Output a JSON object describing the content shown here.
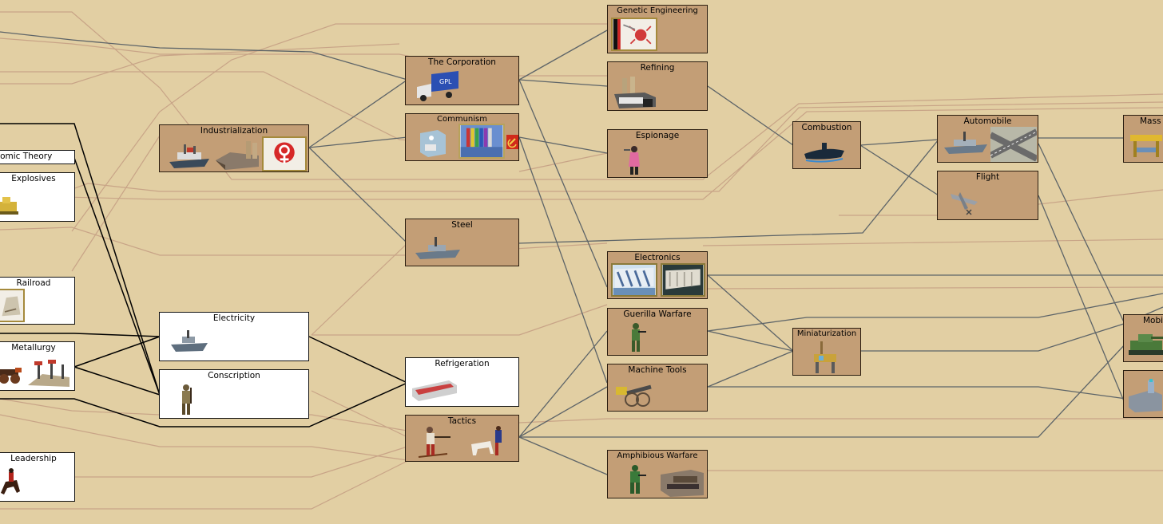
{
  "screen": {
    "title": "Technology Tree"
  },
  "colors": {
    "background": "#e2cfa3",
    "researchable": "#c39e76",
    "known": "#ffffff",
    "prereq_line": "#5d6468",
    "faint_line": "#c8a487",
    "known_line": "#000000"
  },
  "techs": {
    "atomic_theory": "Atomic Theory",
    "explosives": "Explosives",
    "railroad": "Railroad",
    "metallurgy": "Metallurgy",
    "leadership": "Leadership",
    "industrialization": "Industrialization",
    "electricity": "Electricity",
    "conscription": "Conscription",
    "the_corporation": "The Corporation",
    "communism": "Communism",
    "steel": "Steel",
    "refrigeration": "Refrigeration",
    "tactics": "Tactics",
    "genetic_engineering": "Genetic Engineering",
    "refining": "Refining",
    "espionage": "Espionage",
    "electronics": "Electronics",
    "guerilla_warfare": "Guerilla Warfare",
    "machine_tools": "Machine Tools",
    "amphibious_warfare": "Amphibious Warfare",
    "combustion": "Combustion",
    "miniaturization": "Miniaturization",
    "automobile": "Automobile",
    "flight": "Flight",
    "mass": "Mass",
    "mobile": "Mobi"
  },
  "icons": {
    "industrialization": [
      "transport-ship-icon",
      "factory-icon",
      "womens-suffrage-icon"
    ],
    "the_corporation": [
      "truck-icon"
    ],
    "communism": [
      "police-station-icon",
      "united-nations-icon",
      "hammer-sickle-icon"
    ],
    "steel": [
      "cruiser-icon"
    ],
    "refrigeration": [
      "supermarket-icon"
    ],
    "tactics": [
      "alpine-troops-icon",
      "cavalry-icon"
    ],
    "genetic_engineering": [
      "cure-for-cancer-icon"
    ],
    "refining": [
      "power-plant-icon"
    ],
    "espionage": [
      "spy-icon"
    ],
    "electronics": [
      "hydro-plant-icon",
      "hoover-dam-icon"
    ],
    "guerilla_warfare": [
      "partisan-icon"
    ],
    "machine_tools": [
      "artillery-icon"
    ],
    "amphibious_warfare": [
      "marines-icon",
      "port-facility-icon"
    ],
    "combustion": [
      "submarine-icon"
    ],
    "miniaturization": [
      "offshore-platform-icon"
    ],
    "automobile": [
      "battleship-icon",
      "super-highways-icon"
    ],
    "flight": [
      "fighter-icon"
    ],
    "mass": [
      "mass-transit-icon"
    ],
    "mobile": [
      "armor-icon"
    ],
    "explosives": [
      "engineers-icon"
    ],
    "railroad": [
      "darwins-voyage-icon"
    ],
    "metallurgy": [
      "cannon-icon",
      "coastal-defense-icon"
    ],
    "leadership": [
      "dragoons-icon"
    ],
    "electricity": [
      "destroyer-icon"
    ],
    "conscription": [
      "riflemen-icon"
    ]
  }
}
